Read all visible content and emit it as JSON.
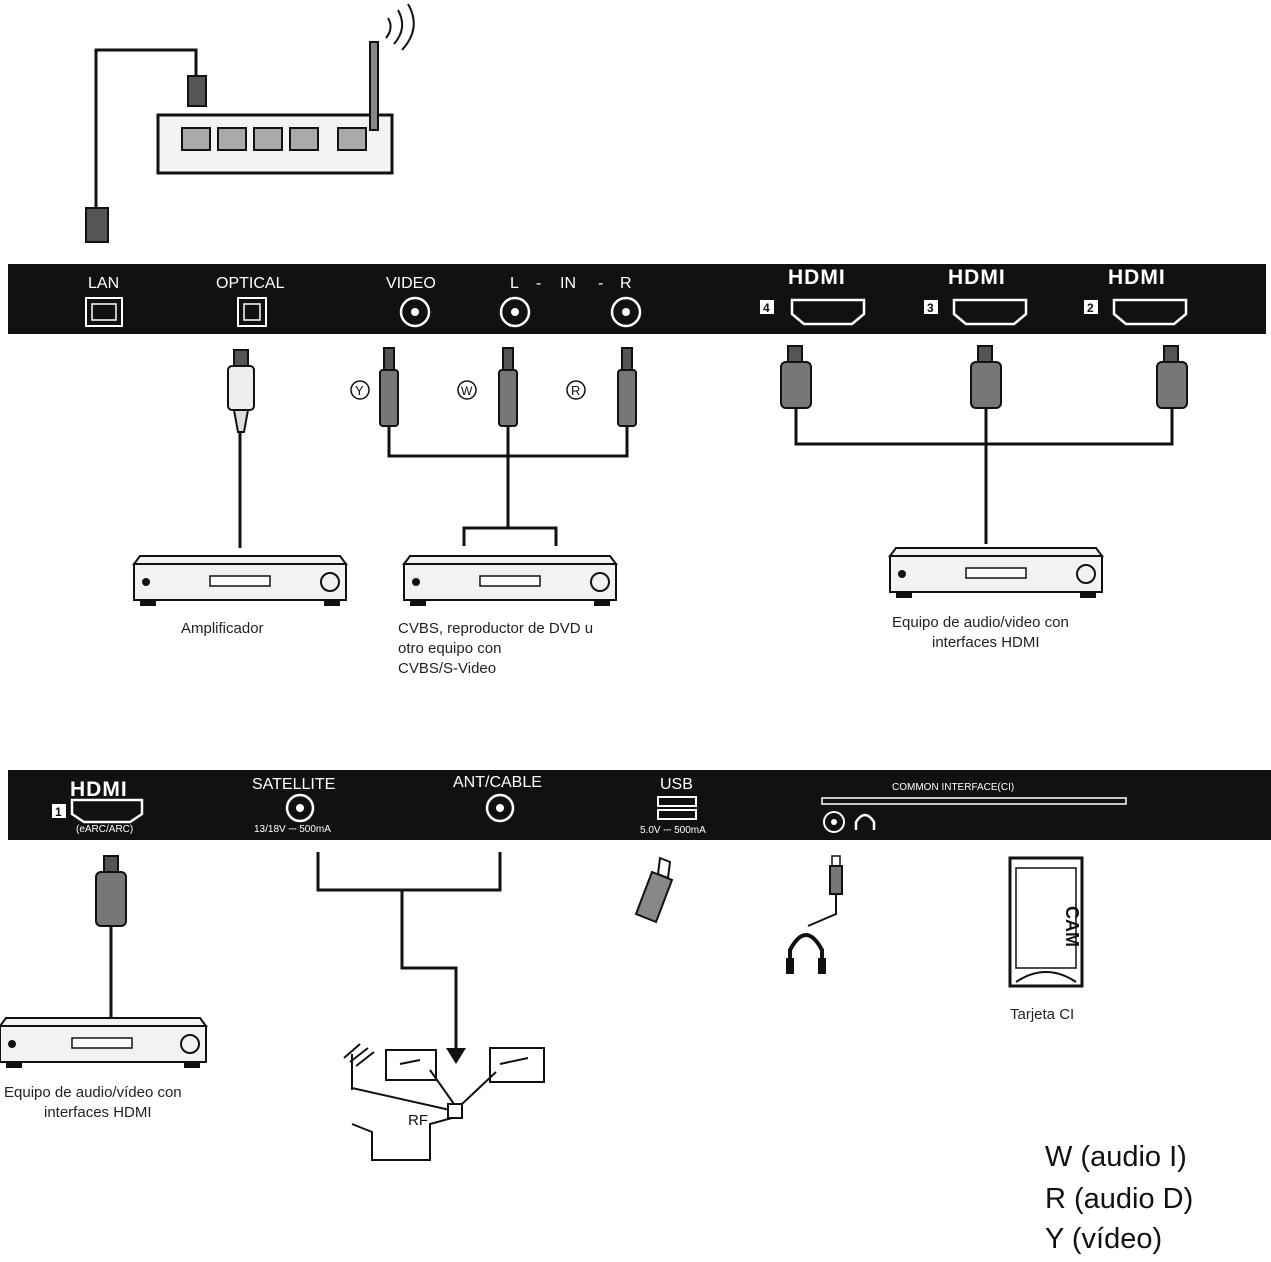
{
  "panel_top": {
    "lan": "LAN",
    "optical": "OPTICAL",
    "video": "VIDEO",
    "l": "L",
    "in": "IN",
    "r": "R",
    "dash": "-",
    "hdmi_logo": "HDMI",
    "hdmi_ports": [
      "4",
      "3",
      "2"
    ]
  },
  "panel_bottom": {
    "hdmi_logo": "HDMI",
    "hdmi_port": "1",
    "hdmi_arc": "(eARC/ARC)",
    "satellite": "SATELLITE",
    "satellite_spec": "13/18V ⎓ 500mA",
    "ant_cable": "ANT/CABLE",
    "usb": "USB",
    "usb_spec": "5.0V ⎓ 500mA",
    "common_interface": "COMMON INTERFACE(CI)"
  },
  "connector_markers": {
    "y": "Y",
    "w": "W",
    "r": "R"
  },
  "rf_label": "RF",
  "cam_label": "CAM",
  "captions": {
    "amplifier": "Amplificador",
    "dvd_lines": [
      "CVBS, reproductor de DVD u",
      "otro equipo con",
      "CVBS/S-Video"
    ],
    "hdmi_top_lines": [
      "Equipo de audio/video con",
      "interfaces HDMI"
    ],
    "hdmi_bottom_lines": [
      "Equipo de audio/vídeo con",
      "interfaces HDMI"
    ],
    "ci_card": "Tarjeta CI"
  },
  "legend": [
    "W (audio I)",
    "R (audio D)",
    "Y (vídeo)"
  ],
  "icons": [
    "router-icon",
    "ethernet-plug-icon",
    "optical-plug-icon",
    "rca-plug-icon",
    "hdmi-plug-icon",
    "av-receiver-icon",
    "usb-stick-icon",
    "headphones-icon",
    "cam-module-icon",
    "antenna-icon",
    "satellite-dish-icon",
    "wifi-waves-icon"
  ]
}
